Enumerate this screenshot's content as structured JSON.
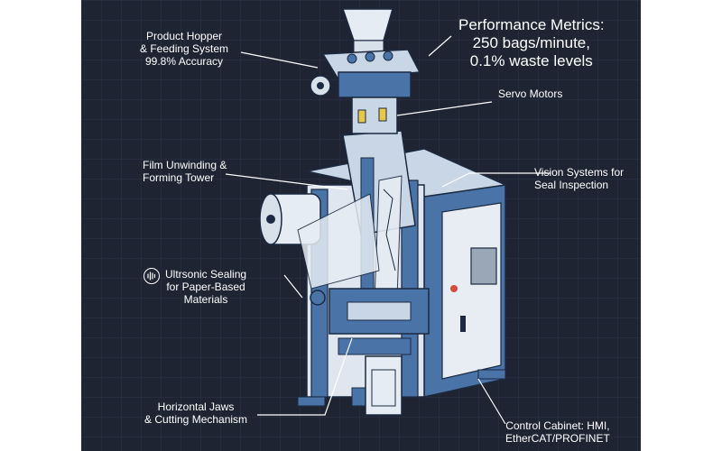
{
  "labels": {
    "hopper": [
      "Product Hopper",
      "& Feeding System",
      "99.8% Accuracy"
    ],
    "metrics": [
      "Performance Metrics:",
      "250 bags/minute,",
      "0.1% waste levels"
    ],
    "servo": [
      "Servo Motors"
    ],
    "film": [
      "Film Unwinding &",
      "Forming Tower"
    ],
    "vision": [
      "Vision Systems for",
      "Seal Inspection"
    ],
    "ultrasonic": [
      "Ultrsonic Sealing",
      "for Paper-Based",
      "Materials"
    ],
    "jaws": [
      "Horizontal Jaws",
      "& Cutting Mechanism"
    ],
    "cabinet": [
      "Control Cabinet: HMI,",
      "EtherCAT/PROFINET"
    ]
  },
  "icons": {
    "ultrasonic": "ultrasonic-wave-icon"
  },
  "colors": {
    "background": "#1f2433",
    "grid": "#2e3547",
    "machine_blue": "#4a73a8",
    "machine_light": "#c9d6e6",
    "text": "#ffffff"
  }
}
